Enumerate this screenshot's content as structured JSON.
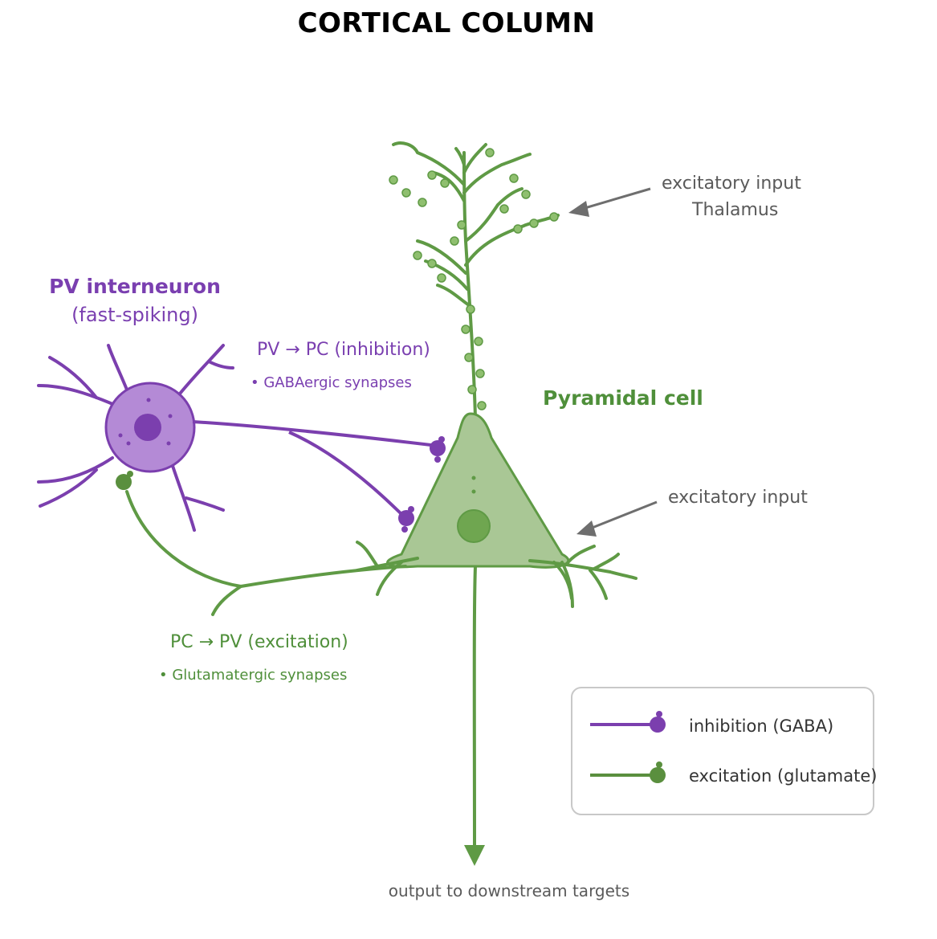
{
  "title": "CORTICAL  COLUMN",
  "labels": {
    "thalamus_input_line1": "excitatory input",
    "thalamus_input_line2": "Thalamus",
    "pv_name_line1": "PV interneuron",
    "pv_name_line2": "(fast-spiking)",
    "pv_to_pc": "PV → PC (inhibition)",
    "pv_to_pc_sub": "• GABAergic synapses",
    "pyramidal": "Pyramidal cell",
    "excitatory_input": "excitatory input",
    "pc_to_pv": "PC → PV (excitation)",
    "pc_to_pv_sub": "• Glutamatergic synapses",
    "output": "output to downstream targets"
  },
  "legend": {
    "inhibition": "inhibition (GABA)",
    "excitation": "excitation (glutamate)"
  },
  "colors": {
    "inhibition": "#7b3fae",
    "excitation": "#5a8f3e",
    "pyramidal_fill": "#a9c795",
    "pv_fill": "#b48ad6",
    "arrow_grey": "#6e6e6e"
  }
}
